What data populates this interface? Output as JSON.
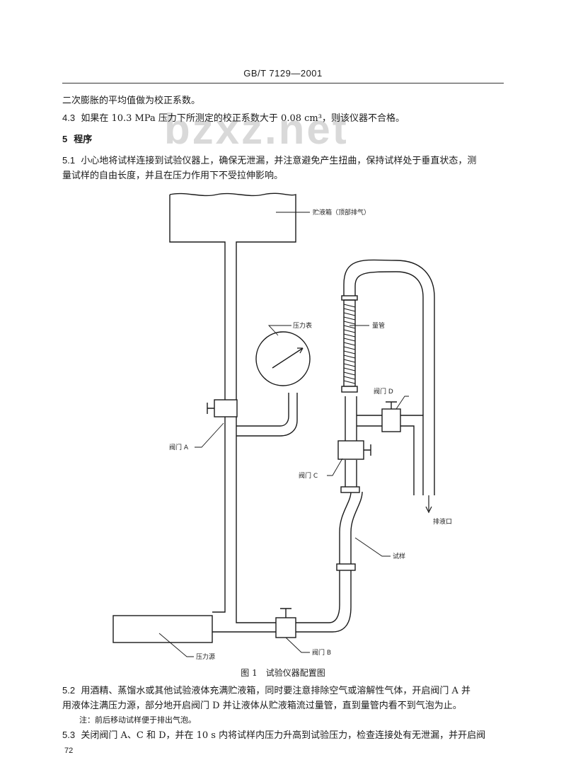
{
  "header": {
    "code": "GB/T 7129—2001"
  },
  "watermark": "bzxz.net",
  "paragraphs": {
    "l1": "二次膨胀的平均值做为校正系数。",
    "s43_num": "4.3",
    "s43": "如果在 10.3 MPa 压力下所测定的校正系数大于 0.08 cm³，则该仪器不合格。",
    "s5_num": "5",
    "s5": "程序",
    "s51_num": "5.1",
    "s51_a": "小心地将试样连接到试验仪器上，确保无泄漏，并注意避免产生扭曲，保持试样处于垂直状态，测",
    "s51_b": "量试样的自由长度，并且在压力作用下不受拉伸影响。",
    "s52_num": "5.2",
    "s52_a": "用酒精、蒸馏水或其他试验液体充满贮液箱，同时要注意排除空气或溶解性气体，开启阀门 A 并",
    "s52_b": "用液体注满压力源，部分地开启阀门 D 并让液体从贮液箱流过量管，直到量管内看不到气泡为止。",
    "note": "注：前后移动试样便于排出气泡。",
    "s53_num": "5.3",
    "s53": "关闭阀门 A、C 和 D，并在 10 s 内将试样内压力升高到试验压力，检查连接处有无泄漏，并开启阀"
  },
  "figure": {
    "labels": {
      "reservoir": "贮液箱（顶部排气）",
      "gauge": "压力表",
      "burette": "量管",
      "valve_d": "阀门 D",
      "valve_a": "阀门 A",
      "valve_c": "阀门 C",
      "drain": "排液口",
      "specimen": "试样",
      "valve_b": "阀门 B",
      "pressure_source": "压力源"
    },
    "caption": "图 1　试验仪器配置图"
  },
  "footer": {
    "page_number": "72"
  }
}
